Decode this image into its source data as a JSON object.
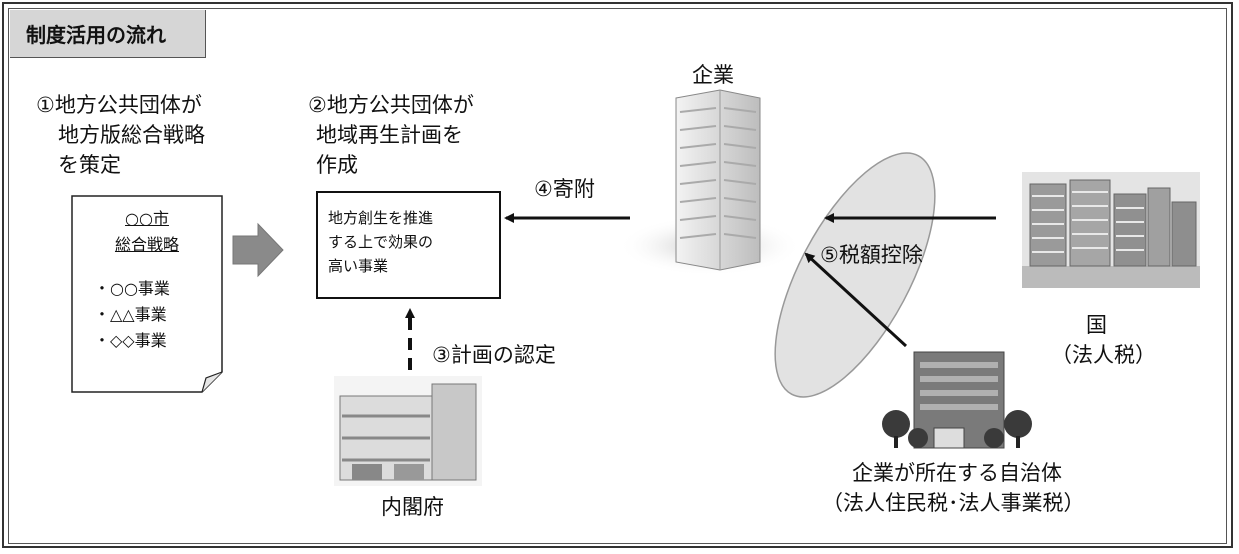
{
  "title": "制度活用の流れ",
  "step1": {
    "lines": [
      "①地方公共団体が",
      "地方版総合戦略",
      "を策定"
    ]
  },
  "document": {
    "title_lines": [
      "○○市",
      "総合戦略"
    ],
    "items": [
      "・○○事業",
      "・△△事業",
      "・◇◇事業"
    ]
  },
  "step2": {
    "lines": [
      "②地方公共団体が",
      "地域再生計画を",
      "作成"
    ]
  },
  "project_box": {
    "lines": [
      "地方創生を推進",
      "する上で効果の",
      "高い事業"
    ]
  },
  "step3": {
    "label": "③計画の認定"
  },
  "step4": {
    "label": "④寄附"
  },
  "step5": {
    "label": "⑤税額控除"
  },
  "company": {
    "label": "企業"
  },
  "cabinet_office": {
    "label": "内閣府"
  },
  "nation": {
    "label_lines": [
      "国",
      "（法人税）"
    ]
  },
  "local_gov": {
    "label_lines": [
      "企業が所在する自治体",
      "（法人住民税･法人事業税）"
    ]
  }
}
